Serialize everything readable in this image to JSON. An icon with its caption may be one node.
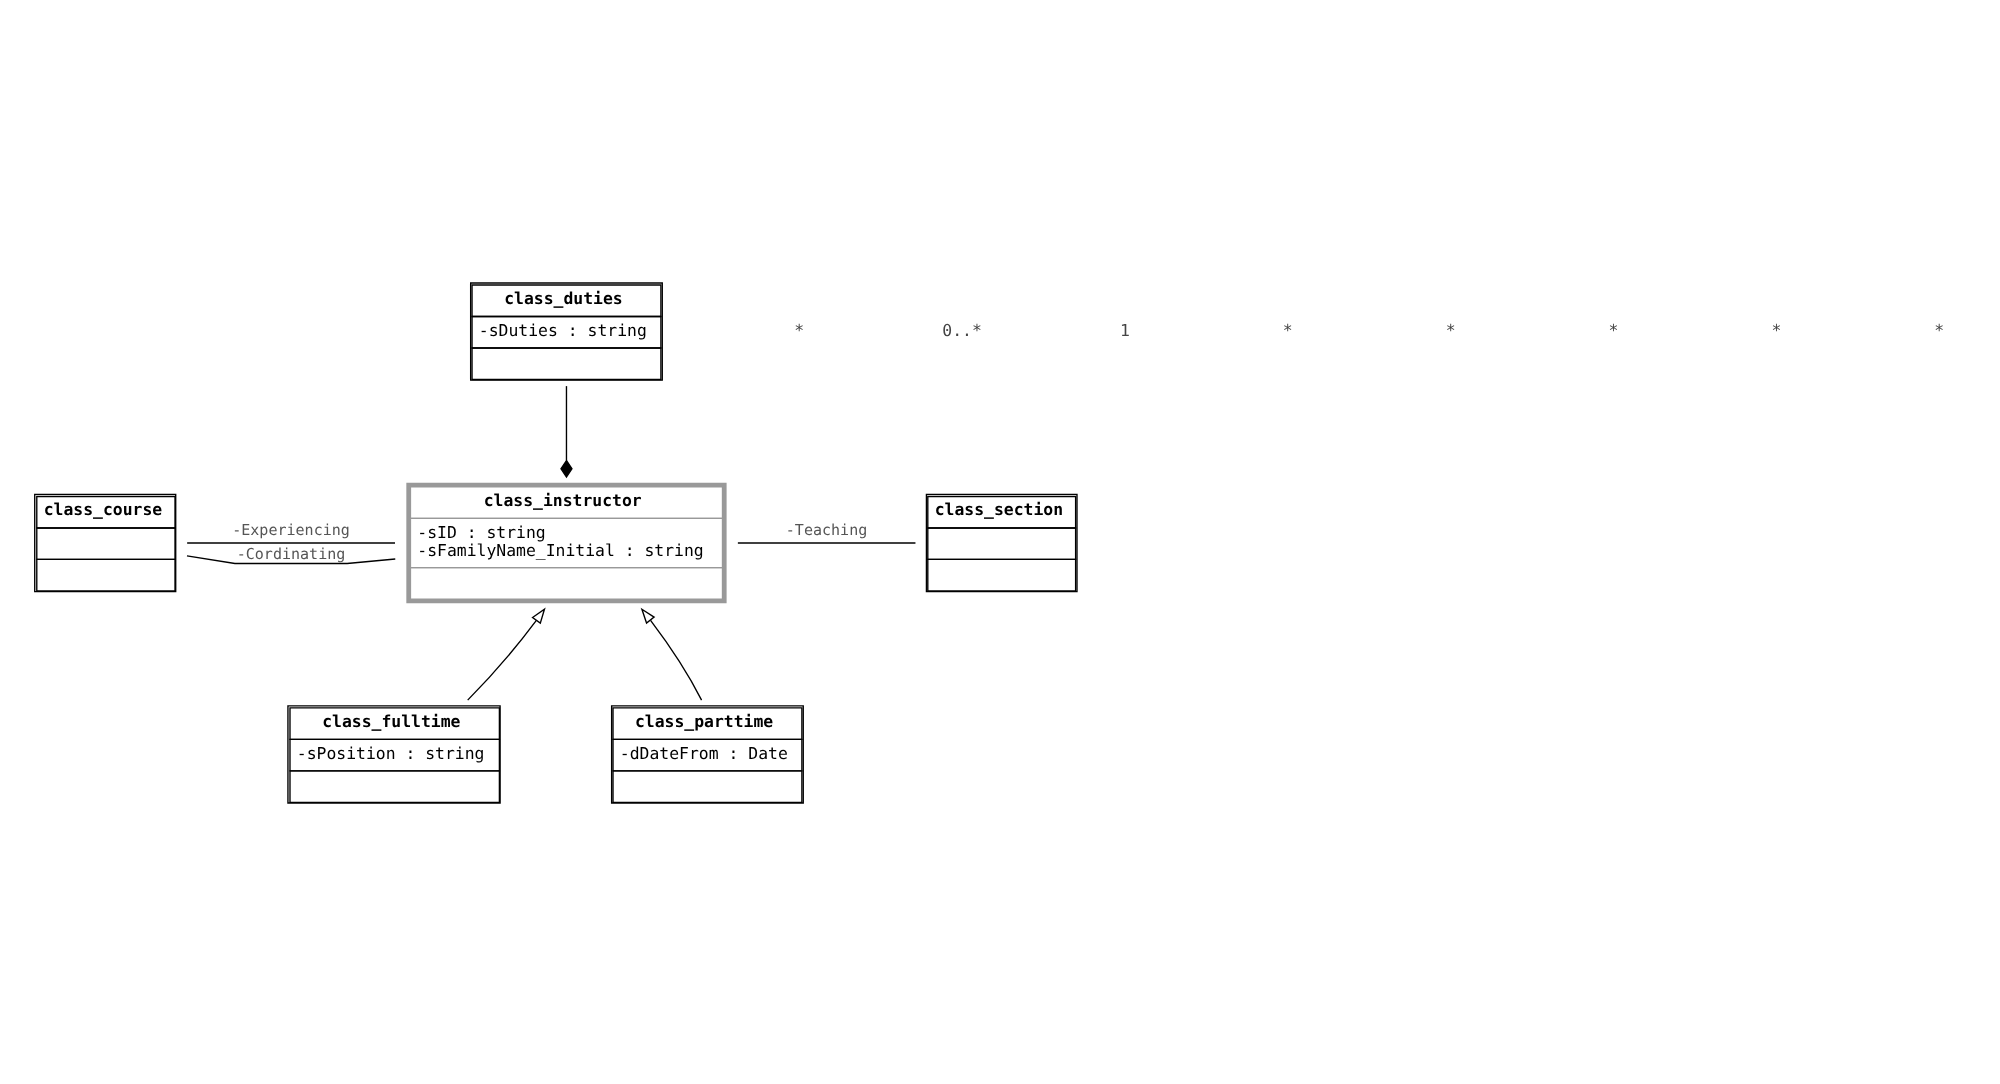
{
  "diagram": {
    "nodes": [
      {
        "text": [
          "class_duties",
          "-sDuties : string"
        ]
      },
      {
        "text": [
          "class_course"
        ]
      },
      {
        "text": [
          "class_instructor",
          "-sID : string",
          "-sFamilyName_Initial : string"
        ]
      },
      {
        "text": [
          "class_section"
        ]
      },
      {
        "text": [
          "class_fulltime",
          "-sPosition : string"
        ]
      },
      {
        "text": [
          "class_parttime",
          "-dDateFrom : Date"
        ]
      }
    ],
    "edges": [
      {
        "from": 1,
        "to": 2,
        "arrow": "none",
        "label": "-Cordinating"
      },
      {
        "from": 1,
        "to": 2,
        "arrow": "none",
        "label": "-Experiencing"
      },
      {
        "from": 0,
        "to": 2,
        "arrow": "other"
      },
      {
        "from": 2,
        "to": 3,
        "arrow": "none",
        "label": "-Teaching"
      },
      {
        "from": 4,
        "to": 2,
        "arrow": "to"
      },
      {
        "from": 5,
        "to": 2,
        "arrow": "to"
      }
    ],
    "labels": [
      "*",
      "0..*",
      "1",
      "*",
      "*",
      "*",
      "*",
      "*"
    ]
  }
}
